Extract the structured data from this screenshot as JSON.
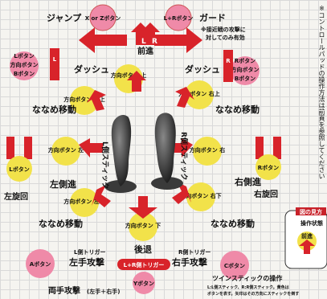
{
  "top": {
    "jump_label": "ジャンプ",
    "jump_button": "X or Zボタン",
    "guard_label": "ガード",
    "guard_button": "L+Rボタン",
    "guard_note_1": "※接近戦の攻撃に",
    "guard_note_2": "対してのみ有効",
    "forward_label": "前進"
  },
  "left_dash": {
    "label": "ダッシュ",
    "button_1": "Lボタン",
    "button_2": "方向ボタン",
    "button_3": "Bボタン"
  },
  "right_dash": {
    "label": "ダッシュ",
    "button_1": "Rボタン",
    "button_2": "方向ボタン",
    "button_3": "Bボタン"
  },
  "directions": {
    "up": "方向ボタン 上",
    "up_left": "方向ボタン 左上",
    "up_right": "方向ボタン 右上",
    "left": "方向ボタン 左",
    "right": "方向ボタン 右",
    "down_left": "方向ボタン 左下",
    "down_right": "方向ボタン 右下",
    "down": "方向ボタン 下"
  },
  "moves": {
    "diag_ul": "ななめ移動",
    "diag_ur": "ななめ移動",
    "diag_dl": "ななめ移動",
    "diag_dr": "ななめ移動",
    "left_side": "左側進",
    "right_side": "右側進",
    "rotate_left": "左旋回",
    "rotate_right": "右旋回",
    "back": "後退",
    "left_attack": "左手攻撃",
    "right_attack": "右手攻撃",
    "both_attack": "両手攻撃",
    "both_attack_sub": "(左手＋右手)"
  },
  "buttons": {
    "l_button": "Lボタン",
    "r_button": "Rボタン",
    "a_button": "Aボタン",
    "c_button": "Cボタン",
    "y_button": "Yボタン",
    "lr_trigger": "L+R側トリガー",
    "l_trigger": "L側トリガー",
    "r_trigger": "R側トリガー"
  },
  "sticks": {
    "left": "L側スティック",
    "right": "R側スティック"
  },
  "letters": {
    "l": "L",
    "r": "R"
  },
  "legend": {
    "title": "図の見方",
    "subtitle": "操作状態",
    "label": "前進",
    "heading": "ツインスティックの操作",
    "desc_1": "L:L側スティック、R:R側スティック。黄色は",
    "desc_2": "ボタンを表す。矢印はその方向にスティックを倒す"
  },
  "side_note": "※コントロールパッドの操作方法は前頁を参照してください",
  "colors": {
    "red": "#d8232a",
    "yellow": "#f2e24a",
    "pink": "#ef8aa8",
    "dark": "#222222"
  }
}
